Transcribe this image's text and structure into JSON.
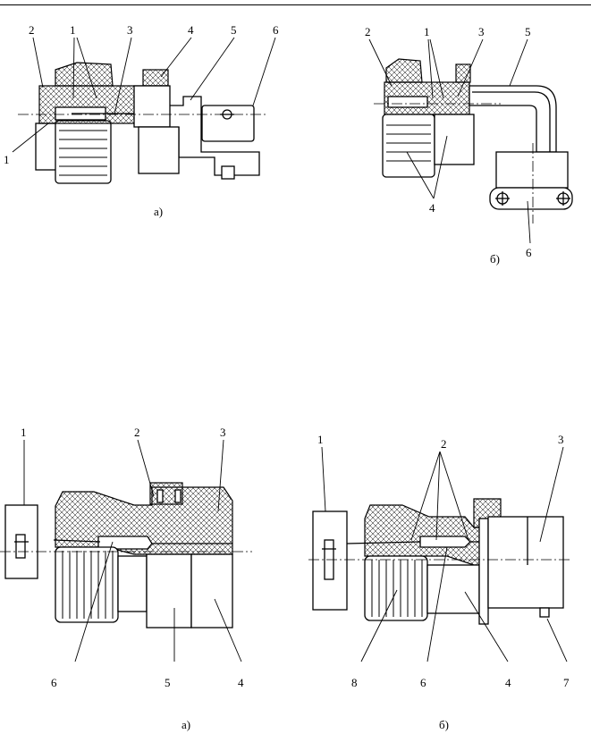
{
  "fig1a": {
    "labels": [
      "1",
      "1",
      "2",
      "3",
      "4",
      "5",
      "6"
    ],
    "caption": "а)"
  },
  "fig1b": {
    "labels": [
      "1",
      "2",
      "3",
      "4",
      "5",
      "6"
    ],
    "caption": "б)"
  },
  "fig2a": {
    "labels": [
      "1",
      "2",
      "3",
      "4",
      "5",
      "6"
    ],
    "caption": "а)"
  },
  "fig2b": {
    "labels": [
      "1",
      "2",
      "3",
      "4",
      "6",
      "7",
      "8"
    ],
    "caption": "б)"
  }
}
